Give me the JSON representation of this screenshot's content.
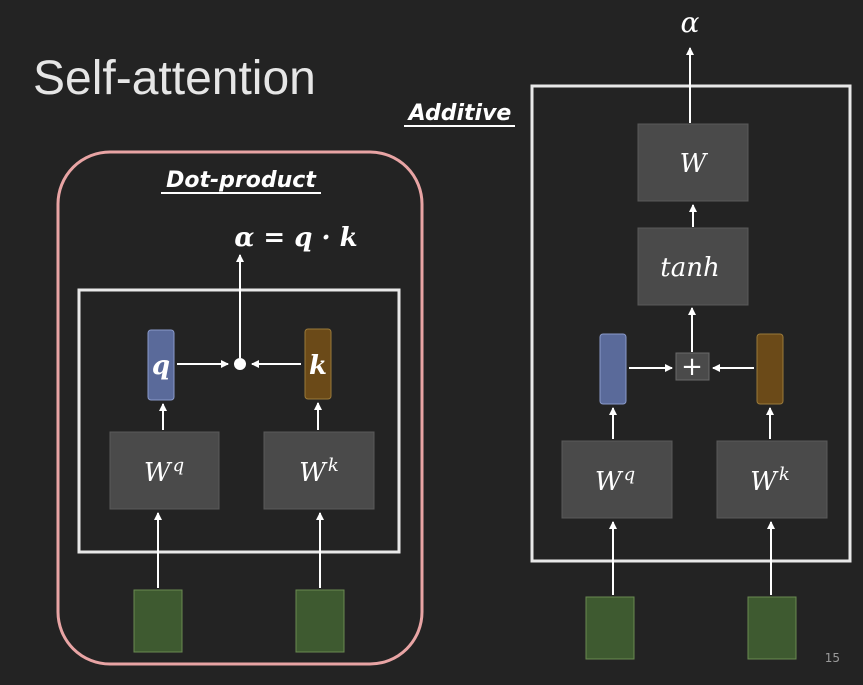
{
  "slide": {
    "title": "Self-attention",
    "page_number": "15"
  },
  "dot_product": {
    "label": "Dot-product",
    "formula": "α = q · k",
    "query_symbol": "q",
    "key_symbol": "k",
    "wq_base": "W",
    "wq_sup": "q",
    "wk_base": "W",
    "wk_sup": "k"
  },
  "additive": {
    "label": "Additive",
    "output_symbol": "α",
    "w_label": "W",
    "tanh_label": "tanh",
    "plus_symbol": "+",
    "wq_base": "W",
    "wq_sup": "q",
    "wk_base": "W",
    "wk_sup": "k"
  },
  "colors": {
    "background": "#232323",
    "frame": "#e8e8e8",
    "dot_product_border": "#e8a4a4",
    "weight_box": "#4a4a4a",
    "query_vector": "#5a6a9a",
    "key_vector": "#6b4a18",
    "input_vector": "#3e5a30"
  }
}
